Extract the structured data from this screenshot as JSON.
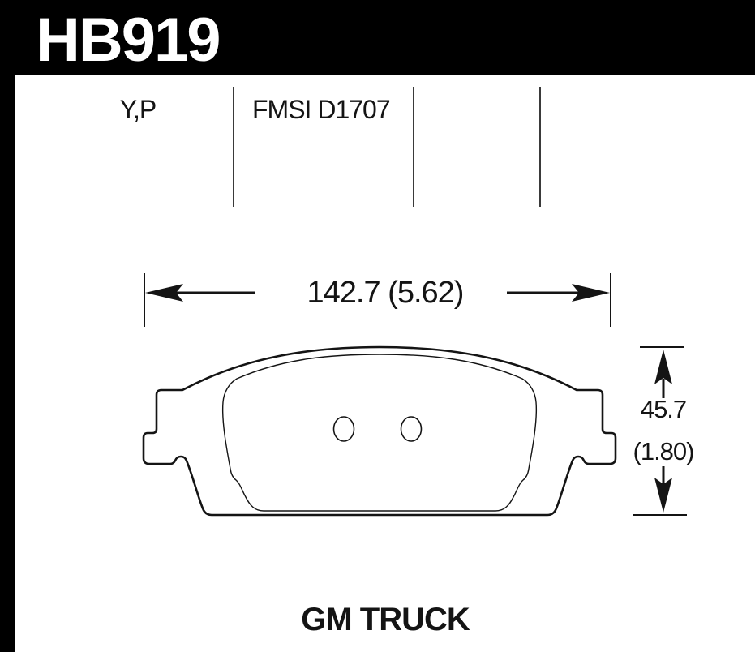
{
  "header": {
    "part_number": "HB919",
    "bar_color": "#000000",
    "text_color": "#ffffff"
  },
  "info_row": {
    "compound_codes": "Y,P",
    "fmsi": "FMSI D1707"
  },
  "dimensions": {
    "width": {
      "label": "142.7 (5.62)",
      "mm": "142.7",
      "inches": "5.62"
    },
    "height": {
      "value_label": "45.7",
      "secondary_label": "(1.80)",
      "mm": "45.7",
      "inches": "1.80"
    }
  },
  "footer": {
    "application": "GM TRUCK"
  },
  "drawing": {
    "subject": "brake-pad-outline",
    "hole_count": 2,
    "line_color": "#141414"
  }
}
